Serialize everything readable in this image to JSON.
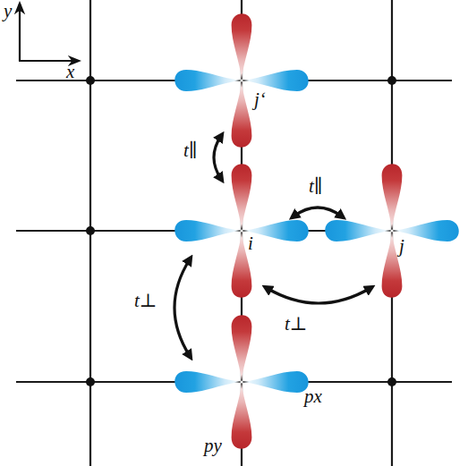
{
  "diagram": {
    "labels": [
      "y",
      "x",
      "j‘",
      "t∥",
      "i",
      "t∥",
      "j",
      "t⊥",
      "t⊥",
      "px",
      "py"
    ]
  }
}
